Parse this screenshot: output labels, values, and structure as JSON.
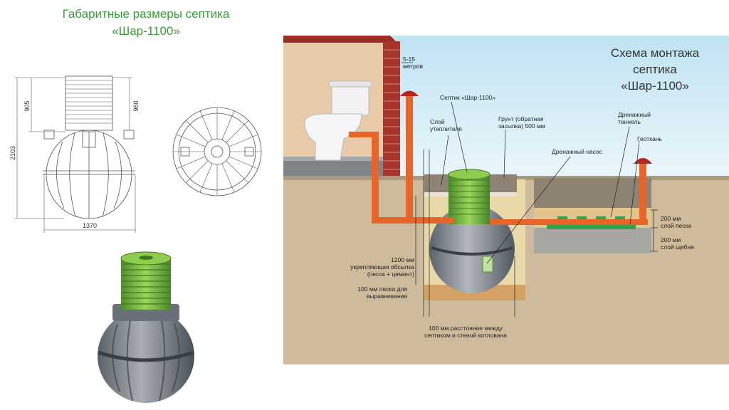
{
  "left_panel": {
    "title_line1": "Габаритные размеры септика",
    "title_line2": "«Шар-1100»",
    "dim_height_total": "2103",
    "dim_neck_left": "905",
    "dim_neck_right": "960",
    "dim_width": "1370"
  },
  "scheme": {
    "title_line1": "Схема монтажа",
    "title_line2": "септика",
    "title_line3": "«Шар-1100»",
    "labels": {
      "distance_line1": "5-15",
      "distance_line2": "метров",
      "septic": "Септик «Шар-1100»",
      "insulation_line1": "Слой",
      "insulation_line2": "утеплителя",
      "soil_line1": "Грунт (обратная",
      "soil_line2": "засыпка) 500 мм",
      "drain_tunnel_line1": "Дренажный",
      "drain_tunnel_line2": "тоннель",
      "geotextile": "Геоткань",
      "drain_pump": "Дренажный насос",
      "sand_layer_line1": "200 мм",
      "sand_layer_line2": "слой песка",
      "gravel_layer_line1": "200 мм",
      "gravel_layer_line2": "слой щебня",
      "casing_line1": "1200 мм",
      "casing_line2": "укрепляющая обсыпка",
      "casing_line3": "(песок + цемент)",
      "sand_base_line1": "100 мм песка для",
      "sand_base_line2": "выравнивания",
      "gap_line1": "100 мм расстояние между",
      "gap_line2": "септиком и стеной котлована"
    }
  },
  "colors": {
    "title_green": "#3a9a3a",
    "tank_green": "#7dc242",
    "pipe_orange": "#e8652a",
    "soil": "#c9b79a",
    "brick": "#a8342a"
  }
}
